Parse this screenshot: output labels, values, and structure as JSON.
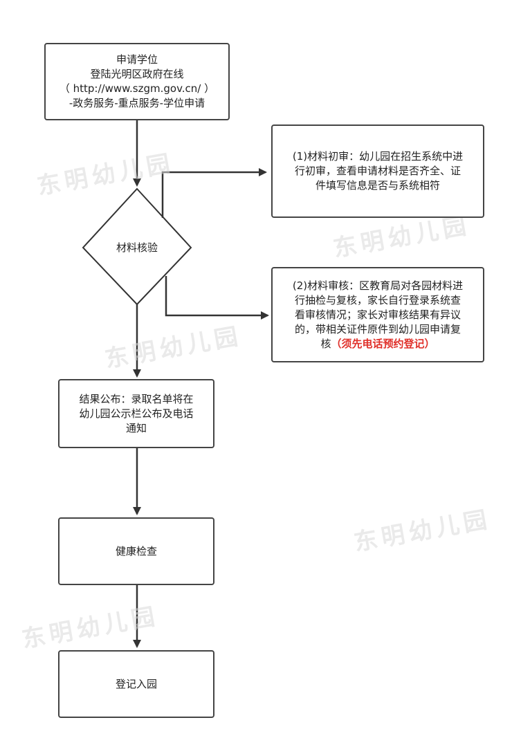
{
  "nodes": {
    "apply": {
      "lines": [
        "申请学位",
        "登陆光明区政府在线",
        "（ http://www.szgm.gov.cn/ ）",
        "-政务服务-重点服务-学位申请"
      ]
    },
    "verify": {
      "label": "材料核验"
    },
    "initial_review": {
      "lines": [
        "(1)材料初审：幼儿园在招生系统中进",
        "行初审，查看申请材料是否齐全、证",
        "件填写信息是否与系统相符"
      ]
    },
    "audit": {
      "lines": [
        "(2)材料审核：区教育局对各园材料进",
        "行抽检与复核，家长自行登录系统查",
        "看审核情况；家长对审核结果有异议",
        "的，带相关证件原件到幼儿园申请复"
      ],
      "last_line_prefix": "核",
      "last_line_warning": "（须先电话预约登记）",
      "warning_color": "#e0302a"
    },
    "result": {
      "lines": [
        "结果公布：录取名单将在",
        "幼儿园公示栏公布及电话",
        "通知"
      ]
    },
    "health": {
      "label": "健康检查"
    },
    "enroll": {
      "label": "登记入园"
    }
  },
  "watermark": {
    "text": "东明幼儿园"
  }
}
